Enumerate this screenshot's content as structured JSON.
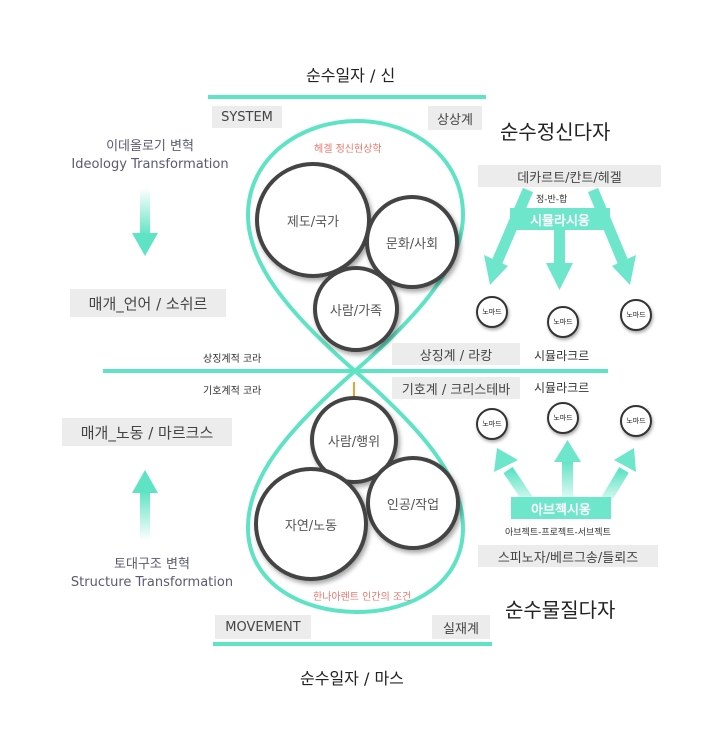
{
  "top_title": "순수일자 / 신",
  "bottom_title": "순수일자 / 마스",
  "system_label": "SYSTEM",
  "movement_label": "MOVEMENT",
  "upper_realm": "상상계",
  "lower_realm": "실재계",
  "spirit_title": "순수정신다자",
  "matter_title": "순수물질다자",
  "ideology": {
    "ko": "이데올로기 변혁",
    "en": "Ideology Transformation"
  },
  "structure": {
    "ko": "토대구조 변혁",
    "en": "Structure Transformation"
  },
  "media_language": "매개_언어 / 소쉬르",
  "media_labor": "매개_노동 / 마르크스",
  "hegel_caption": "헤겔 정신현상학",
  "arendt_caption": "한나아렌트 인간의 조건",
  "upper_circles": {
    "institution": "제도/국가",
    "culture": "문화/사회",
    "person": "사람/가족"
  },
  "lower_circles": {
    "action": "사람/행위",
    "artifact": "인공/작업",
    "nature": "자연/노동"
  },
  "symbolic_chora": "상징계적 코라",
  "semiotic_chora": "기호계적 코라",
  "symbolic_lacan": "상징계 / 라캉",
  "semiotic_kristeva": "기호계 / 크리스테바",
  "simulacre_top": "시뮬라크르",
  "simulacre_bottom": "시뮬라크르",
  "philosophers_top": "데카르트/칸트/헤겔",
  "dialectic": "정-반-합",
  "simulation": "시뮬라시옹",
  "abjection": "아브젝시옹",
  "abject_chain": "아브젝트-프로젝트-서브젝트",
  "philosophers_bottom": "스피노자/베르그송/들뢰즈",
  "nomad": "노마드",
  "colors": {
    "teal": "#5ee3c4",
    "teal_light": "#8ff0da",
    "dark": "#333333",
    "accent_red": "#e8776b"
  }
}
